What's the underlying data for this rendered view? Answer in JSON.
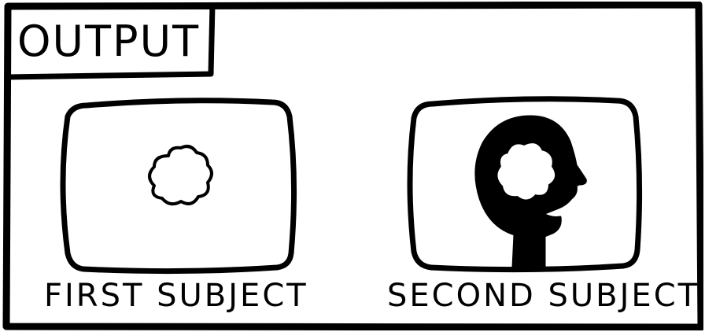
{
  "title": "OUTPUT",
  "panels": [
    {
      "caption": "FIRST SUBJECT",
      "content": "thought-cloud-icon"
    },
    {
      "caption": "SECOND SUBJECT",
      "content": "head-with-thought-icon"
    }
  ],
  "colors": {
    "ink": "#000000",
    "paper": "#ffffff"
  }
}
